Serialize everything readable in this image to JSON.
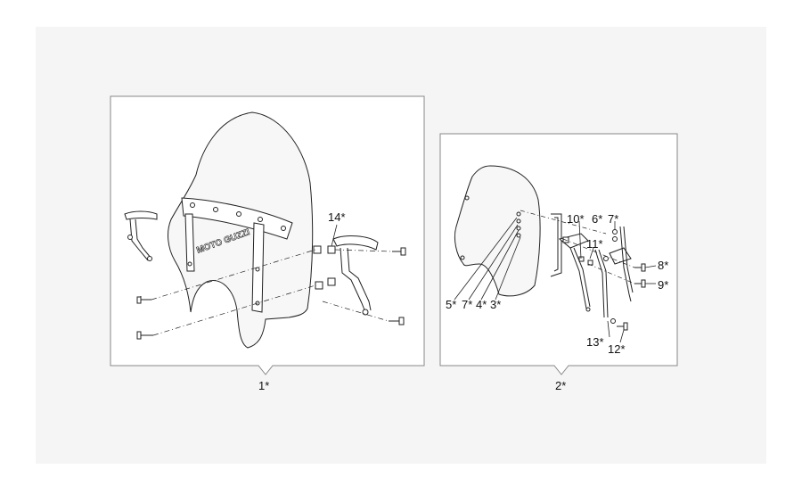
{
  "diagram": {
    "background": "#f5f5f5",
    "frame_color": "#888888",
    "line_color": "#222222",
    "shield_fill": "#f7f7f7",
    "assemblies": [
      {
        "id": "large",
        "label": "1*",
        "brand_text": "MOTO GUZZI",
        "callouts": [
          "14*"
        ]
      },
      {
        "id": "small",
        "label": "2*",
        "callouts": [
          "10*",
          "6*",
          "7*",
          "11*",
          "8*",
          "9*",
          "5*",
          "7*",
          "4*",
          "3*",
          "13*",
          "12*"
        ]
      }
    ]
  }
}
